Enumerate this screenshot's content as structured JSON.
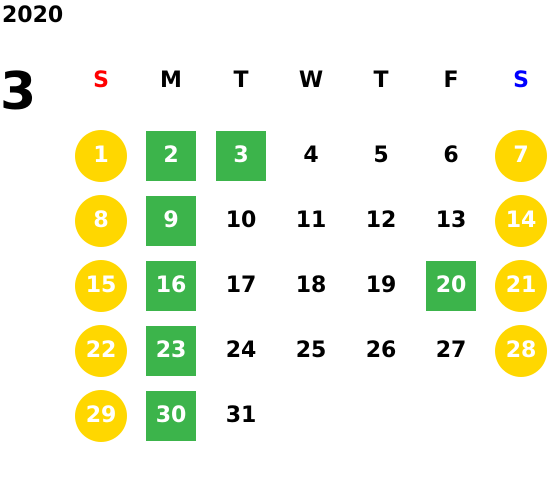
{
  "calendar": {
    "year": "2020",
    "month": "3",
    "weekdays": [
      {
        "label": "S",
        "color": "#ff0000"
      },
      {
        "label": "M",
        "color": "#000000"
      },
      {
        "label": "T",
        "color": "#000000"
      },
      {
        "label": "W",
        "color": "#000000"
      },
      {
        "label": "T",
        "color": "#000000"
      },
      {
        "label": "F",
        "color": "#000000"
      },
      {
        "label": "S",
        "color": "#0000ff"
      }
    ],
    "colors": {
      "weekend_circle": "#ffd700",
      "highlight_square": "#3cb44b"
    },
    "weeks": [
      [
        {
          "day": "1",
          "style": "weekend"
        },
        {
          "day": "2",
          "style": "highlight"
        },
        {
          "day": "3",
          "style": "highlight"
        },
        {
          "day": "4",
          "style": "plain"
        },
        {
          "day": "5",
          "style": "plain"
        },
        {
          "day": "6",
          "style": "plain"
        },
        {
          "day": "7",
          "style": "weekend"
        }
      ],
      [
        {
          "day": "8",
          "style": "weekend"
        },
        {
          "day": "9",
          "style": "highlight"
        },
        {
          "day": "10",
          "style": "plain"
        },
        {
          "day": "11",
          "style": "plain"
        },
        {
          "day": "12",
          "style": "plain"
        },
        {
          "day": "13",
          "style": "plain"
        },
        {
          "day": "14",
          "style": "weekend"
        }
      ],
      [
        {
          "day": "15",
          "style": "weekend"
        },
        {
          "day": "16",
          "style": "highlight"
        },
        {
          "day": "17",
          "style": "plain"
        },
        {
          "day": "18",
          "style": "plain"
        },
        {
          "day": "19",
          "style": "plain"
        },
        {
          "day": "20",
          "style": "highlight"
        },
        {
          "day": "21",
          "style": "weekend"
        }
      ],
      [
        {
          "day": "22",
          "style": "weekend"
        },
        {
          "day": "23",
          "style": "highlight"
        },
        {
          "day": "24",
          "style": "plain"
        },
        {
          "day": "25",
          "style": "plain"
        },
        {
          "day": "26",
          "style": "plain"
        },
        {
          "day": "27",
          "style": "plain"
        },
        {
          "day": "28",
          "style": "weekend"
        }
      ],
      [
        {
          "day": "29",
          "style": "weekend"
        },
        {
          "day": "30",
          "style": "highlight"
        },
        {
          "day": "31",
          "style": "plain"
        }
      ]
    ]
  }
}
